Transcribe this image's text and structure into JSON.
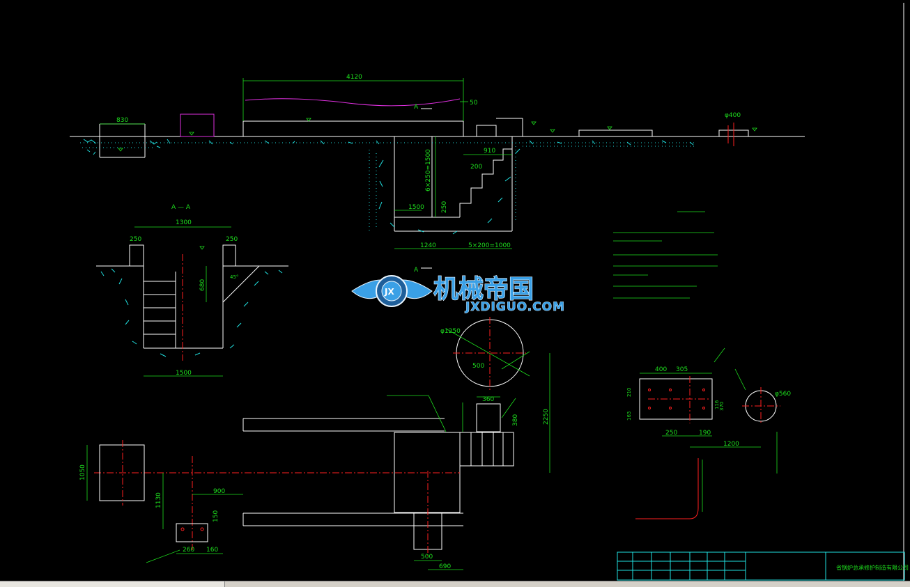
{
  "section_label": "A — A",
  "section_mark": "A",
  "dims_top": {
    "d4120": "4120",
    "d830": "830",
    "d50": "50",
    "d910": "910",
    "d200": "200",
    "d1500": "1500",
    "d250": "250",
    "d1240": "1240",
    "d5x200": "5×200=1000",
    "d6x250": "6×250=1500",
    "d400": "φ400"
  },
  "dims_section": {
    "d1300": "1300",
    "d250a": "250",
    "d250b": "250",
    "d680": "680",
    "d45": "45°",
    "d1500": "1500"
  },
  "dims_plan": {
    "d1250": "φ1250",
    "d500": "500",
    "d360": "360",
    "d380": "380",
    "d2250": "2250",
    "d1050": "1050",
    "d1130": "1130",
    "d900": "900",
    "d150": "150",
    "d260": "260",
    "d160": "160",
    "d690": "690",
    "d500b": "500"
  },
  "dims_detail": {
    "d400": "400",
    "d305": "305",
    "d250": "250",
    "d190": "190",
    "d1200": "1200",
    "d560": "φ560",
    "d370": "370",
    "d116": "116",
    "d163": "163",
    "d210": "210"
  },
  "watermark": {
    "cn": "机械帝国",
    "en": "JXDIGUO.COM",
    "badge": "JX"
  },
  "title_block": {
    "company": "省锅炉总承修护制造有限公司"
  },
  "colors": {
    "background": "#000000",
    "outline": "#ffffff",
    "dimension": "#1ee01e",
    "centerline": "#ff2020",
    "soil": "#20e0e0",
    "duct": "#e030e0",
    "watermark": "#3aa0e6"
  }
}
